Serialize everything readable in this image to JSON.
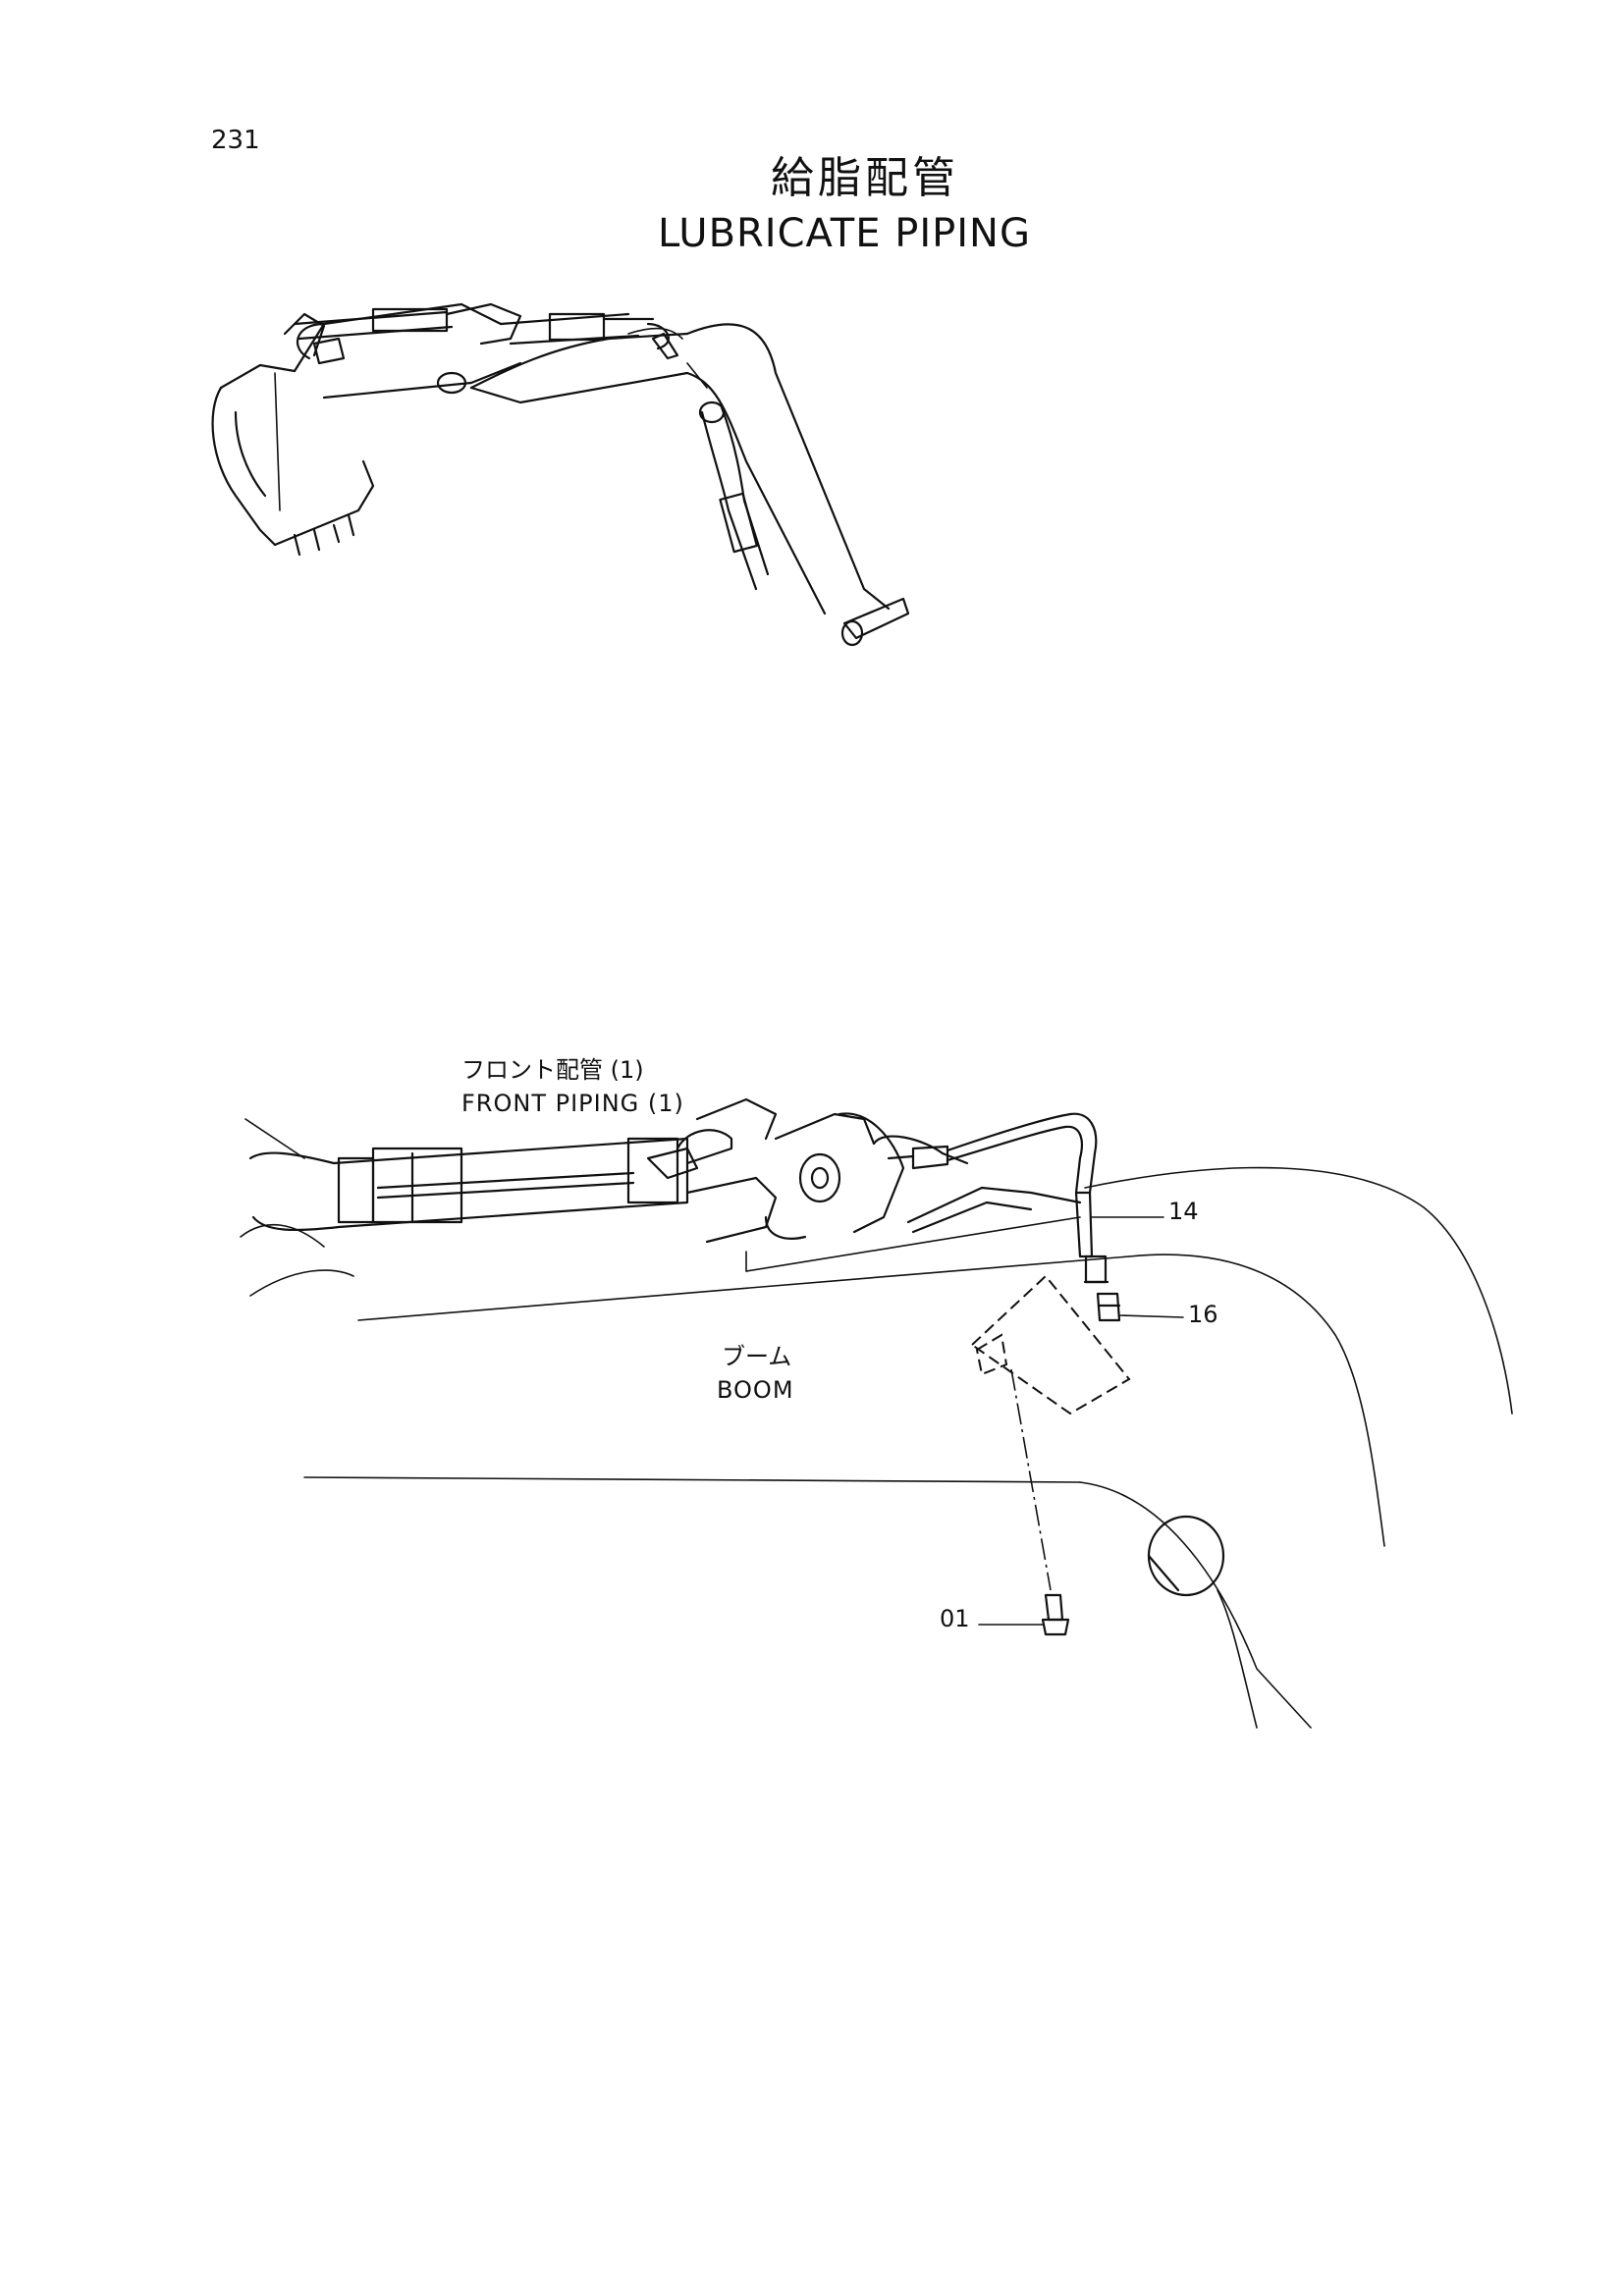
{
  "page_number": "231",
  "title": {
    "ja": "給脂配管",
    "en": "LUBRICATE PIPING"
  },
  "labels": {
    "front_piping_ja": "フロント配管 (1)",
    "front_piping_en": "FRONT PIPING (1)",
    "boom_ja": "ブーム",
    "boom_en": "BOOM"
  },
  "callouts": [
    "14",
    "16",
    "01"
  ]
}
